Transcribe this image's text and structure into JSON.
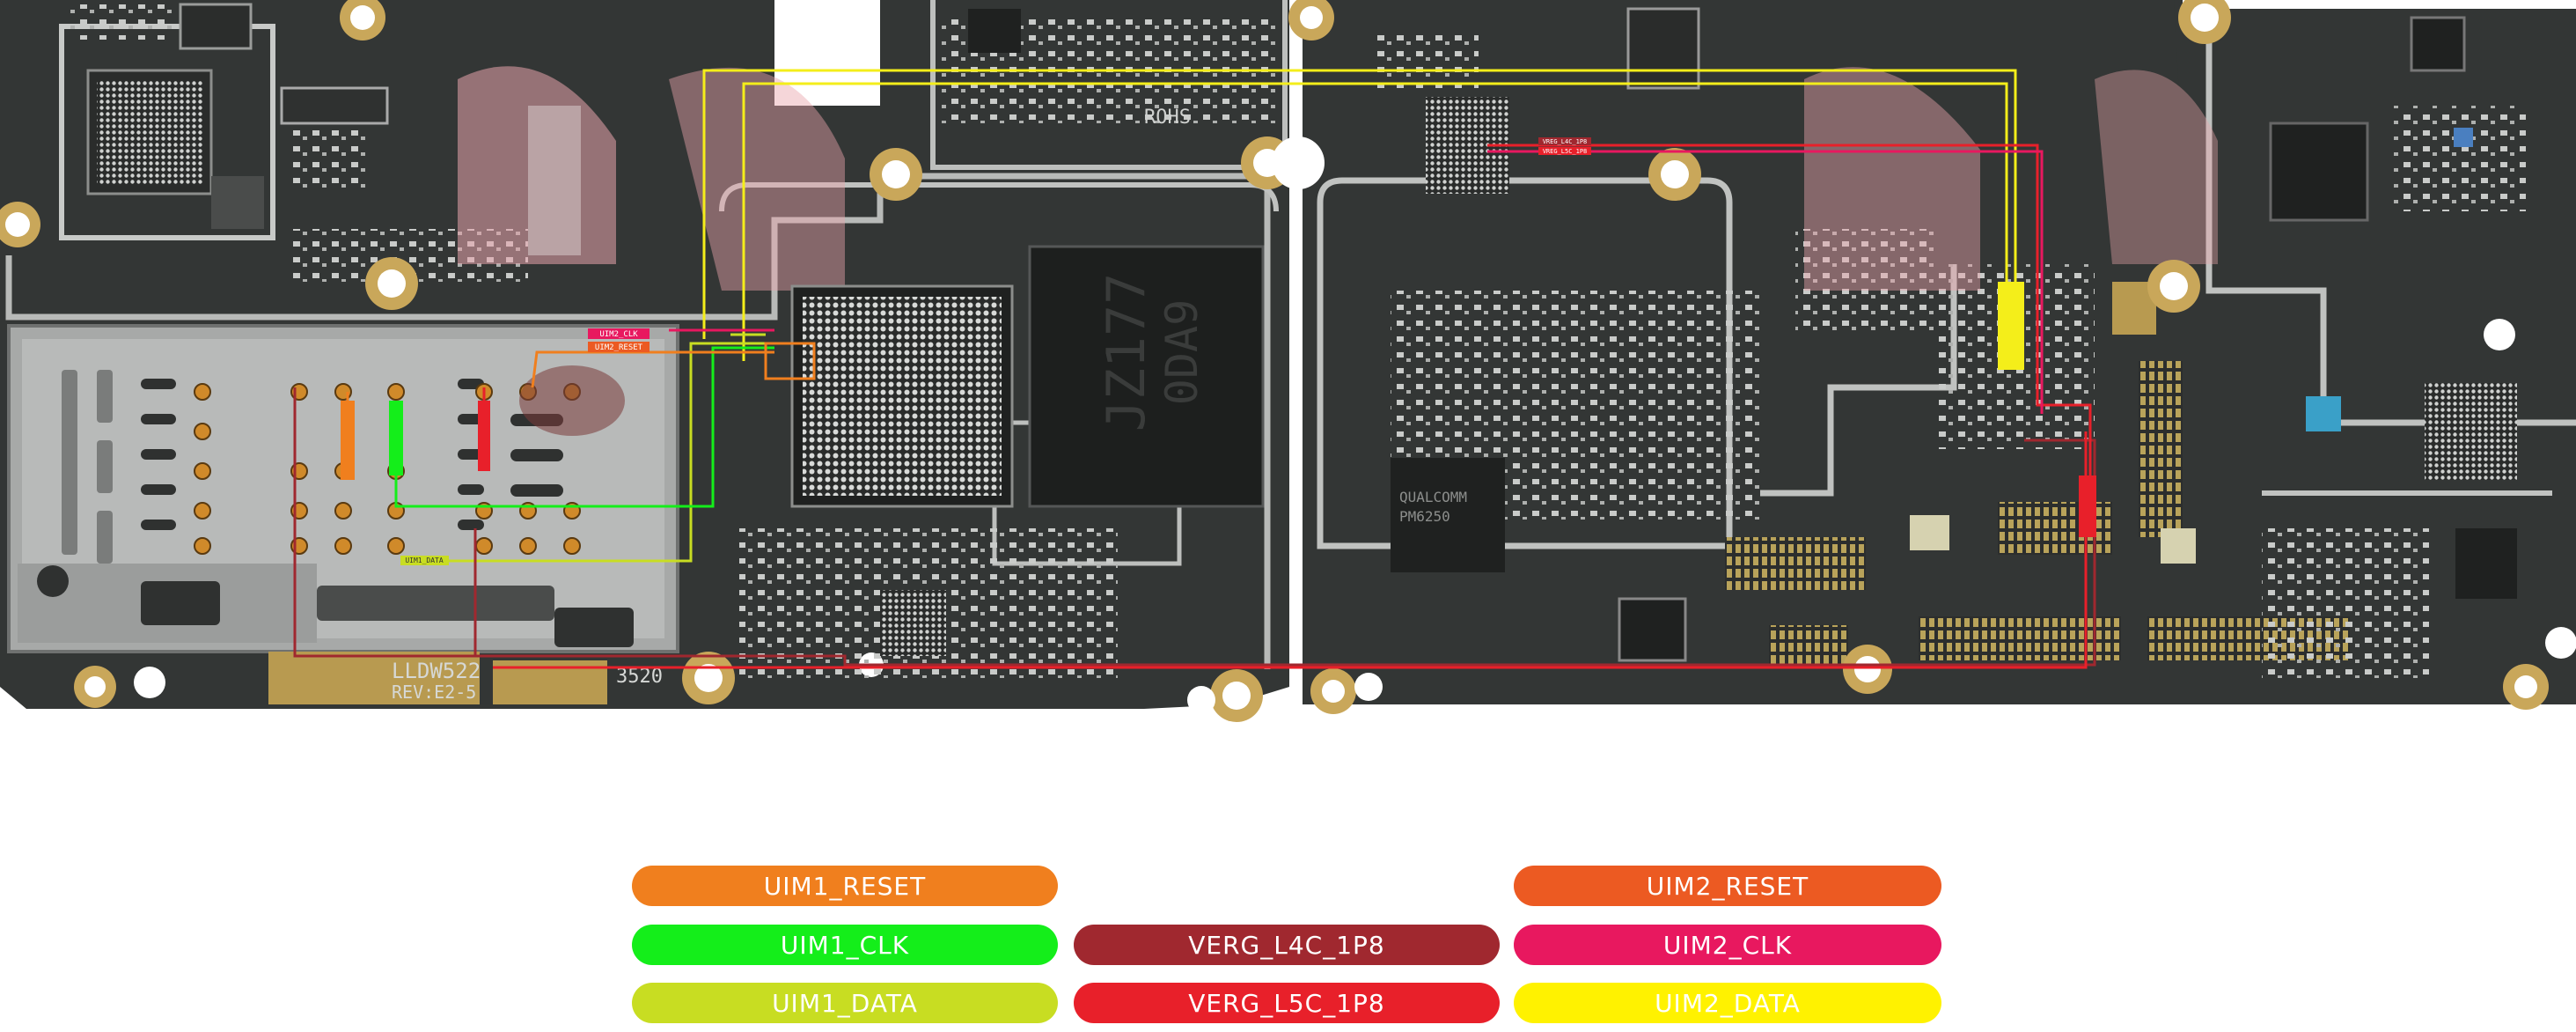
{
  "board": {
    "markings": {
      "left_board_id": "LLDW522",
      "left_board_rev": "REV:E2-5",
      "rohs": "ROHS",
      "board_code": "3520",
      "pmic_label": "QUALCOMM",
      "pmic_part": "PM6250",
      "big_chip_label": "JZ177",
      "big_chip_code": "0DA9"
    },
    "board_labels": {
      "uim2_clk": "UIM2_CLK",
      "uim2_reset": "UIM2_RESET",
      "uim1_data": "UIM1_DATA",
      "verg_l4c": "VREG_L4C_1P8",
      "verg_l5c": "VREG_L5C_1P8"
    }
  },
  "legend": {
    "items": [
      {
        "id": "uim1_reset",
        "label": "UIM1_RESET",
        "color": "#f07f1e"
      },
      {
        "id": "uim2_reset",
        "label": "UIM2_RESET",
        "color": "#ec5a22"
      },
      {
        "id": "uim1_clk",
        "label": "UIM1_CLK",
        "color": "#14ee1a"
      },
      {
        "id": "verg_l4c",
        "label": "VERG_L4C_1P8",
        "color": "#a0282f"
      },
      {
        "id": "uim2_clk",
        "label": "UIM2_CLK",
        "color": "#e8185f"
      },
      {
        "id": "uim1_data",
        "label": "UIM1_DATA",
        "color": "#c8dd22"
      },
      {
        "id": "verg_l5c",
        "label": "VERG_L5C_1P8",
        "color": "#e8202a"
      },
      {
        "id": "uim2_data",
        "label": "UIM2_DATA",
        "color": "#fff200"
      }
    ]
  }
}
